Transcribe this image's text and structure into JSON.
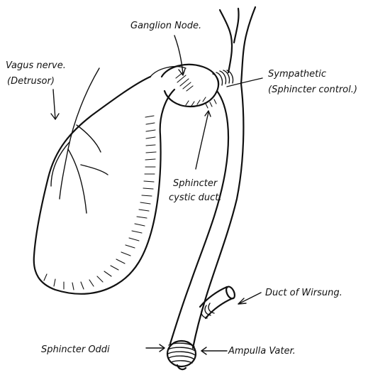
{
  "labels": {
    "ganglion_node": "Ganglion Node.",
    "vagus_nerve_line1": "Vagus nerve.",
    "vagus_nerve_line2": "(Detrusor)",
    "sympathetic_line1": "Sympathetic",
    "sympathetic_line2": "(Sphincter control.)",
    "sphincter_cystic_line1": "Sphincter",
    "sphincter_cystic_line2": "cystic duct.",
    "duct_of_wirsung": "Duct of Wirsung.",
    "sphincter_oddi": "Sphincter Oddi",
    "ampulla_vater": "Ampulla Vater."
  },
  "colors": {
    "ink": "#111111",
    "background": "#ffffff"
  }
}
